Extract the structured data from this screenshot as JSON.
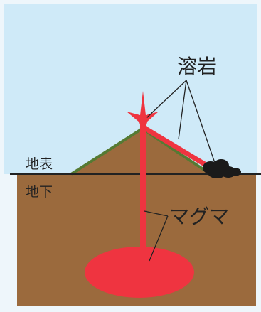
{
  "labels": {
    "lava": "溶岩",
    "ground_surface": "地表",
    "underground": "地下",
    "magma": "マグマ"
  },
  "colors": {
    "sky": "#cfeaf8",
    "frame": "#eef6fb",
    "ground": "#9b6a3d",
    "grass": "#557a33",
    "magma": "#ef3440",
    "lava_rock": "#1a1a1a",
    "lines": "#222222"
  }
}
